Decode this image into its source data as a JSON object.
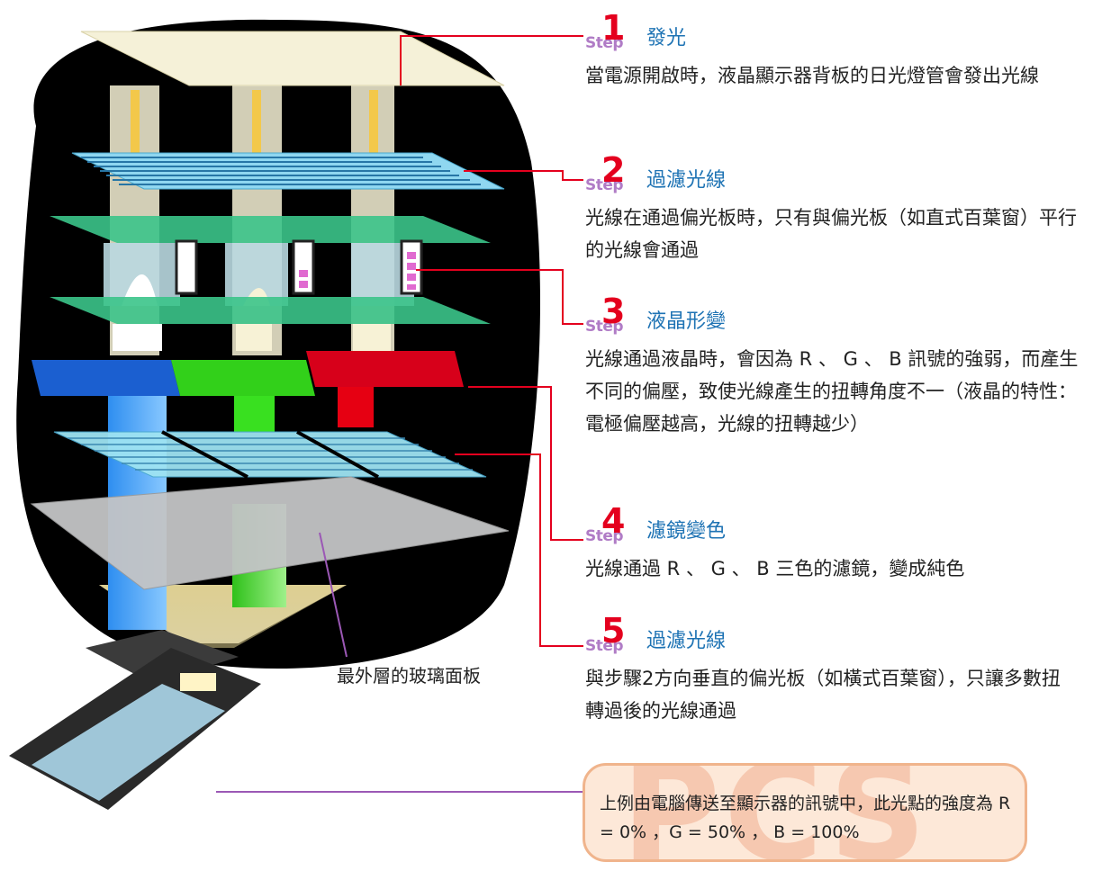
{
  "steps": [
    {
      "word": "Step",
      "num": "1",
      "title": "發光",
      "desc": "當電源開啟時，液晶顯示器背板的日光燈管會發出光線"
    },
    {
      "word": "Step",
      "num": "2",
      "title": "過濾光線",
      "desc": "光線在通過偏光板時，只有與偏光板（如直式百葉窗）平行的光線會通過"
    },
    {
      "word": "Step",
      "num": "3",
      "title": "液晶形變",
      "desc": "光線通過液晶時，會因為 R 、 G 、 B 訊號的強弱，而產生不同的偏壓，致使光線產生的扭轉角度不一（液晶的特性：電極偏壓越高，光線的扭轉越少）"
    },
    {
      "word": "Step",
      "num": "4",
      "title": "濾鏡變色",
      "desc": "光線通過 R 、 G 、 B 三色的濾鏡，變成純色"
    },
    {
      "word": "Step",
      "num": "5",
      "title": "過濾光線",
      "desc": "與步驟2方向垂直的偏光板（如橫式百葉窗），只讓多數扭轉過後的光線通過"
    }
  ],
  "glass_label": "最外層的玻璃面板",
  "note": {
    "text": "上例由電腦傳送至顯示器的訊號中，此光點的強度為 R = 0% ，G = 50% ， B = 100%",
    "watermark": "PCS"
  },
  "colors": {
    "leader_red": "#e4001e",
    "leader_purple": "#9b58b5",
    "title_blue": "#1e73b4",
    "step_word": "#b07cc6",
    "note_border": "#f0b48c",
    "note_fill": "#fde8d8"
  }
}
